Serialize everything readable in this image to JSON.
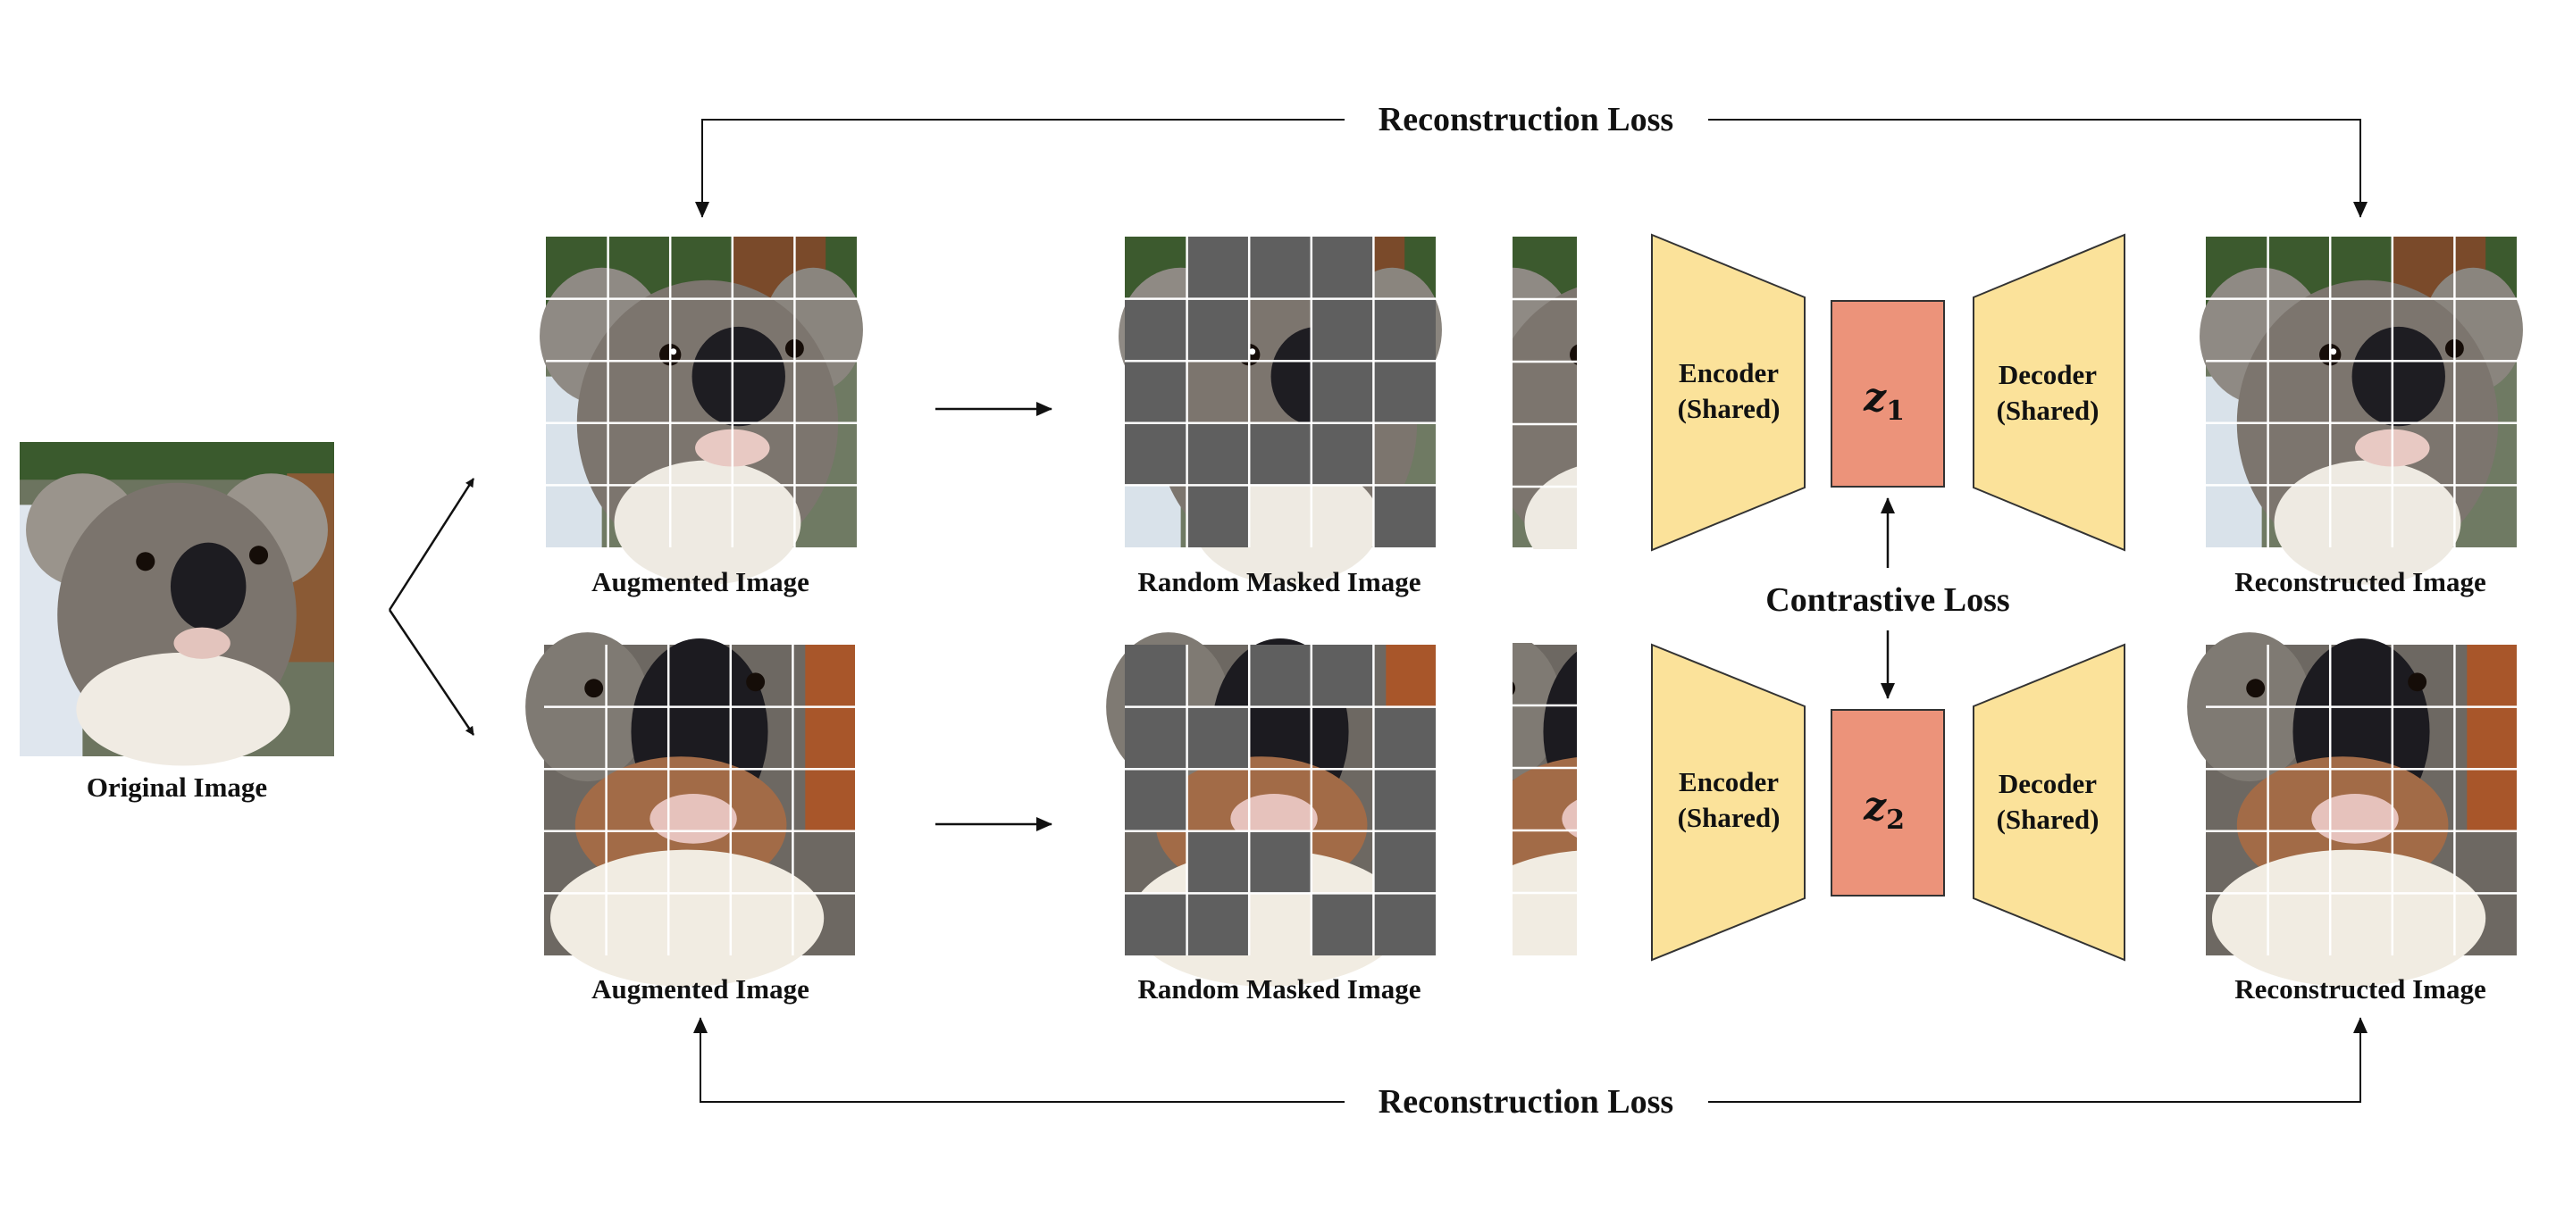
{
  "labels": {
    "original": "Original Image",
    "augmented_top": "Augmented Image",
    "augmented_bottom": "Augmented Image",
    "masked_top": "Random Masked Image",
    "masked_bottom": "Random Masked Image",
    "reconstructed_top": "Reconstructed Image",
    "reconstructed_bottom": "Reconstructed Image",
    "recon_loss_top": "Reconstruction Loss",
    "recon_loss_bottom": "Reconstruction Loss",
    "contrastive_loss": "Contrastive Loss"
  },
  "encoder": {
    "title": "Encoder",
    "sub": "(Shared)"
  },
  "decoder": {
    "title": "Decoder",
    "sub": "(Shared)"
  },
  "latent_top": {
    "symbol": "z",
    "sub": "1"
  },
  "latent_bottom": {
    "symbol": "z",
    "sub": "2"
  },
  "masks": {
    "top": [
      [
        0,
        1,
        1,
        1,
        0
      ],
      [
        1,
        1,
        0,
        1,
        1
      ],
      [
        1,
        0,
        0,
        1,
        1
      ],
      [
        1,
        1,
        1,
        1,
        0
      ],
      [
        0,
        1,
        0,
        0,
        1
      ]
    ],
    "bottom": [
      [
        1,
        0,
        1,
        1,
        0
      ],
      [
        1,
        1,
        0,
        0,
        1
      ],
      [
        1,
        0,
        0,
        0,
        1
      ],
      [
        0,
        1,
        1,
        0,
        1
      ],
      [
        1,
        1,
        0,
        1,
        1
      ]
    ]
  },
  "colors": {
    "encoder_fill": "#fbe29a",
    "latent_fill": "#ec937a",
    "mask_fill": "#5f5f5f",
    "grid_line": "#ffffff"
  }
}
